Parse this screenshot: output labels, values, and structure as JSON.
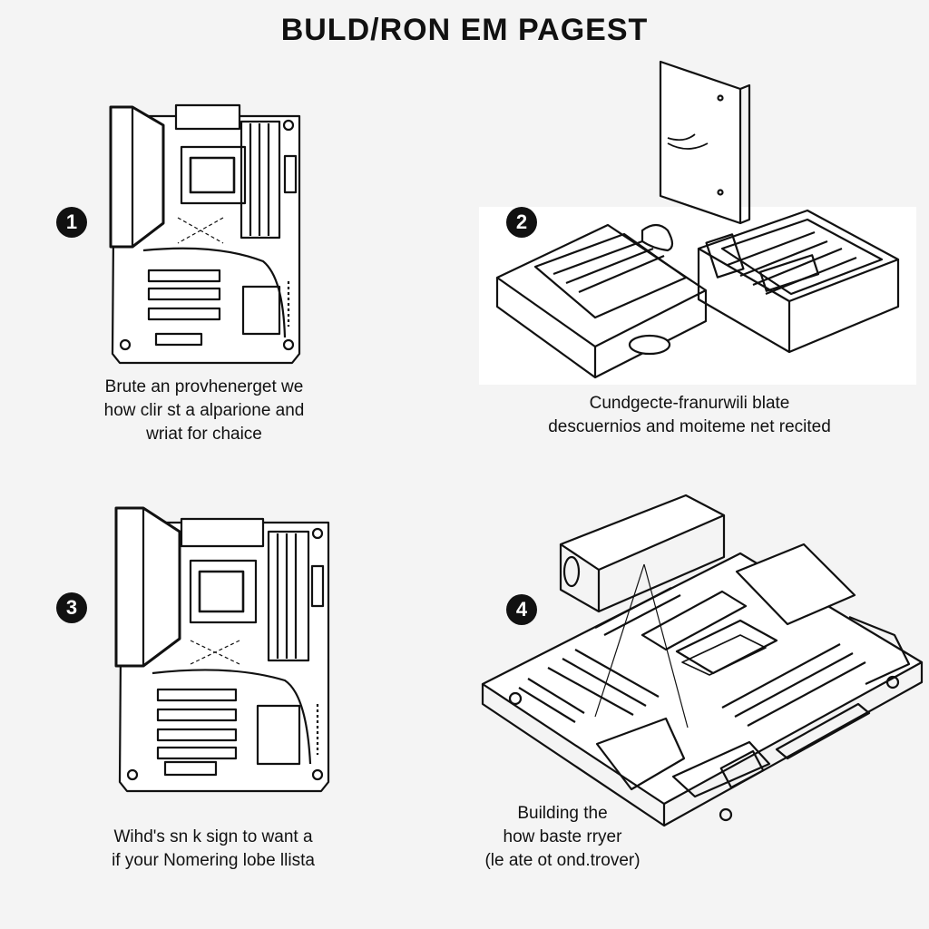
{
  "title": "BULD/RON EM PAGEST",
  "steps": [
    {
      "number": "1",
      "caption": [
        "Brute an provhenerget we",
        "how clir st a alparione and",
        "wriat for chaice"
      ]
    },
    {
      "number": "2",
      "caption": [
        "Cundgecte-franurwili blate",
        "descuernios and moiteme net recited"
      ]
    },
    {
      "number": "3",
      "caption": [
        "Wihd's sn k sign to want a",
        "if your Nomering lobe llista"
      ]
    },
    {
      "number": "4",
      "caption": [
        "Building the",
        "how baste rryer",
        "(le ate ot ond.trover)"
      ]
    }
  ],
  "colors": {
    "ink": "#111111",
    "paper": "#ffffff",
    "background": "#f4f4f4"
  }
}
